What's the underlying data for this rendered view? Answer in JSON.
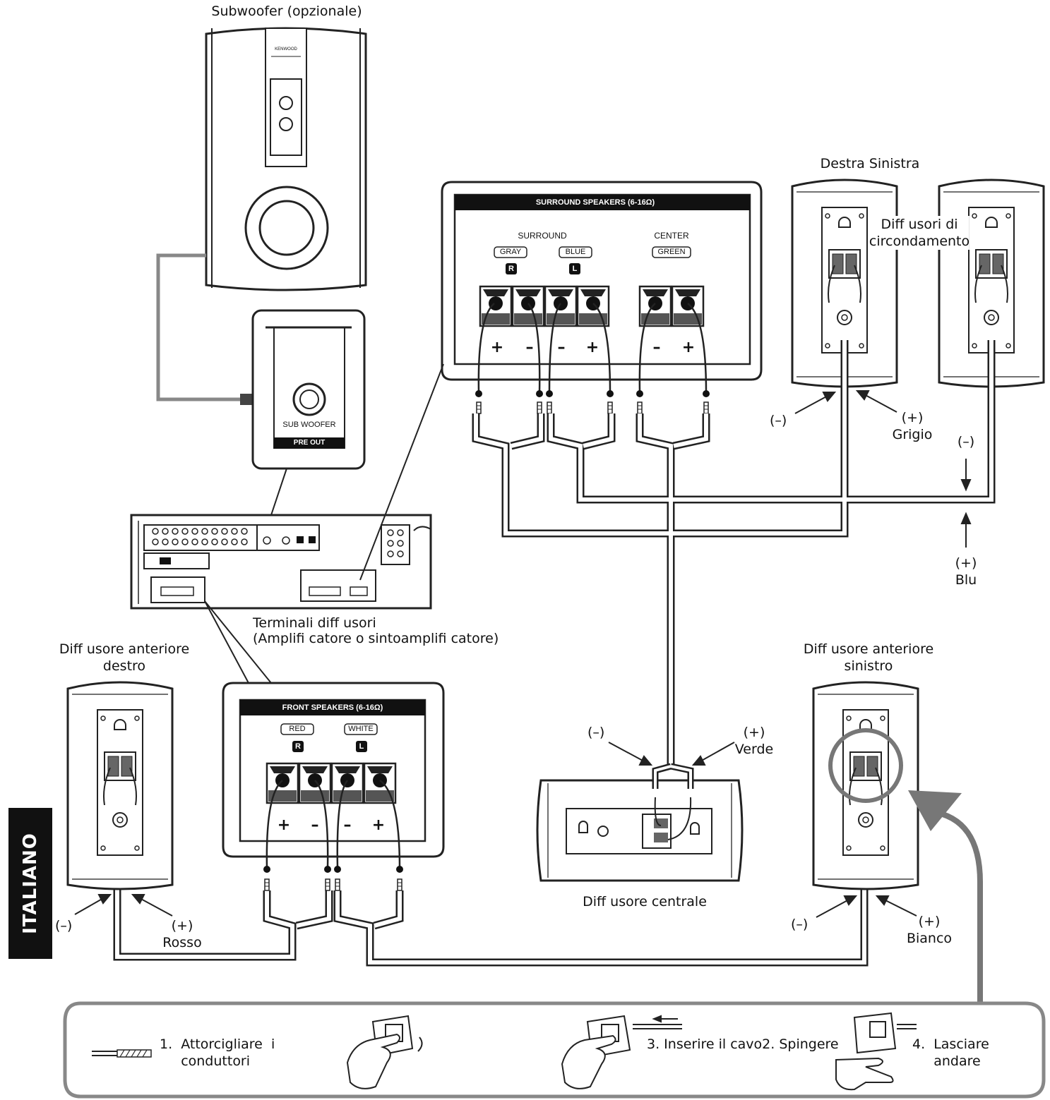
{
  "side_tab": "ITALIANO",
  "labels": {
    "subwoofer": "Subwoofer (opzionale)",
    "right_left": "Destra Sinistra",
    "surround_speakers": "Diff usori di\ncircondamento",
    "terminals": "Terminali diff usori\n(Amplifi catore o sintoamplifi catore)",
    "front_right": "Diff usore anteriore\ndestro",
    "front_left": "Diff usore anteriore\nsinistro",
    "center": "Diff usore centrale",
    "minus": "(–)",
    "plus": "(+)",
    "grigio": "(+)\nGrigio",
    "blu": "(+)\nBlu",
    "verde": "(+)\nVerde",
    "rosso": "(+)\nRosso",
    "bianco": "(+)\nBianco"
  },
  "panels": {
    "surround_title": "SURROUND SPEAKERS (6-16Ω)",
    "surround": "SURROUND",
    "center": "CENTER",
    "gray": "GRAY",
    "blue": "BLUE",
    "green": "GREEN",
    "r": "R",
    "l": "L",
    "front_title": "FRONT SPEAKERS (6-16Ω)",
    "red": "RED",
    "white": "WHITE",
    "sub_woofer": "SUB WOOFER",
    "pre_out": "PRE OUT",
    "kenwood": "KENWOOD"
  },
  "steps": {
    "step1": "1.  Attorcigliare  i\n     conduttori",
    "step3": "3.  Inserire il cavo2. Spingere",
    "step4": "4.  Lasciare\n     andare"
  }
}
